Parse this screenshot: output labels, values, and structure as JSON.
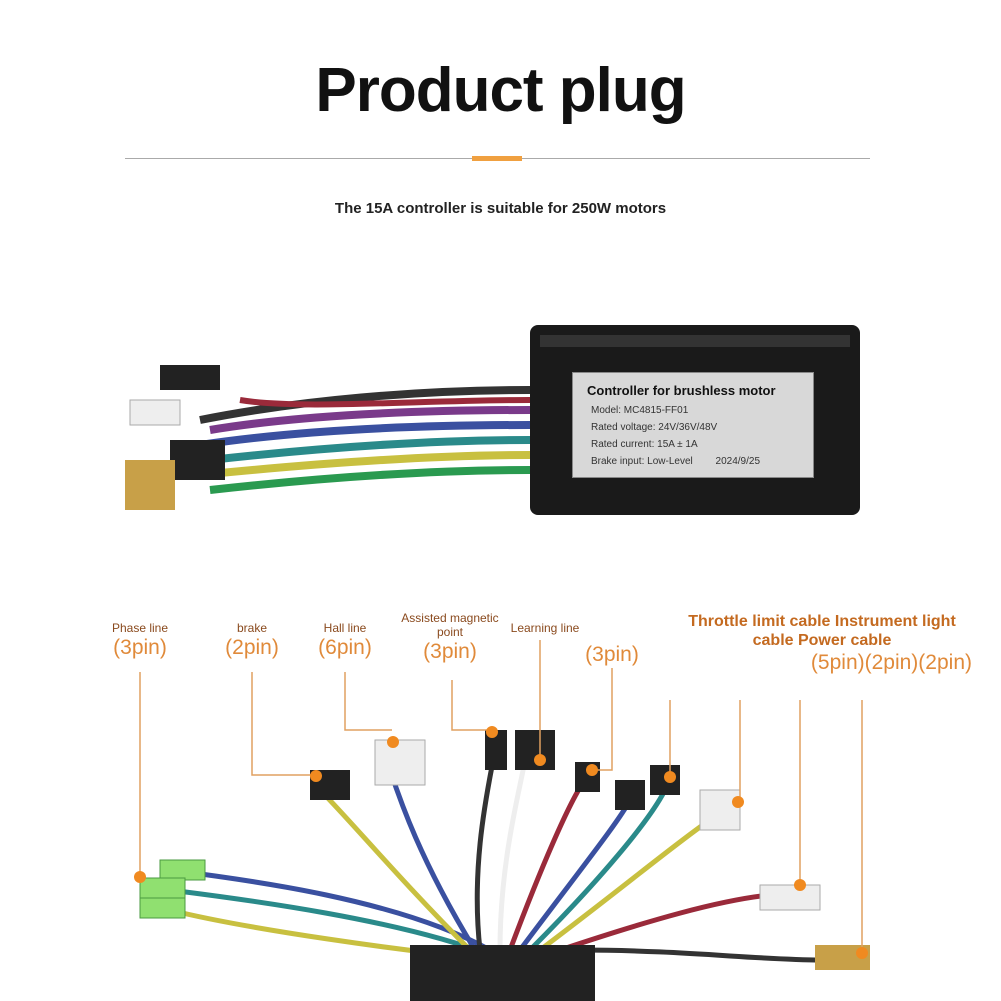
{
  "title": "Product plug",
  "subtitle": "The 15A controller is suitable for 250W motors",
  "label": {
    "heading": "Controller for brushless motor",
    "model": "Model:  MC4815-FF01",
    "voltage": "Rated voltage:  24V/36V/48V",
    "current": "Rated current:  15A ± 1A",
    "brake": "Brake input:  Low-Level",
    "date": "2024/9/25"
  },
  "callouts": [
    {
      "name": "Phase line",
      "pins": "(3pin)"
    },
    {
      "name": "brake",
      "pins": "(2pin)"
    },
    {
      "name": "Hall line",
      "pins": "(6pin)"
    },
    {
      "name": "Assisted magnetic point",
      "pins": "(3pin)"
    },
    {
      "name": "Learning line",
      "pins": "(3pin)"
    },
    {
      "name": "Throttle limit cable Instrument light",
      "name2": "cable Power cable",
      "pins": "(5pin)(2pin)(2pin)"
    }
  ],
  "colors": {
    "accent": "#f0a040",
    "label_text": "#8a4a1e",
    "pin_text": "#e08a3a"
  }
}
